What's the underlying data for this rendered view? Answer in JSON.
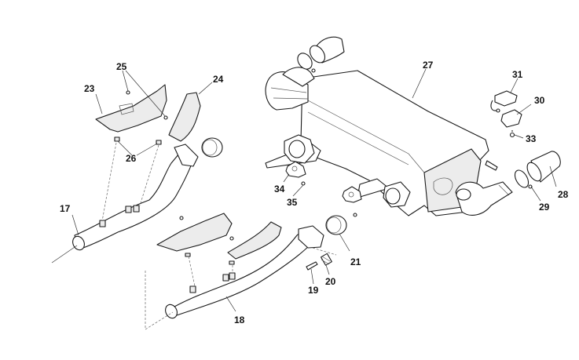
{
  "diagram": {
    "title": "Exhaust system exploded view",
    "callouts": [
      {
        "id": "17",
        "label": "17"
      },
      {
        "id": "18",
        "label": "18"
      },
      {
        "id": "19",
        "label": "19"
      },
      {
        "id": "20",
        "label": "20"
      },
      {
        "id": "21",
        "label": "21"
      },
      {
        "id": "23",
        "label": "23"
      },
      {
        "id": "24",
        "label": "24"
      },
      {
        "id": "25",
        "label": "25"
      },
      {
        "id": "26",
        "label": "26"
      },
      {
        "id": "27",
        "label": "27"
      },
      {
        "id": "28",
        "label": "28"
      },
      {
        "id": "29",
        "label": "29"
      },
      {
        "id": "30",
        "label": "30"
      },
      {
        "id": "31",
        "label": "31"
      },
      {
        "id": "33",
        "label": "33"
      },
      {
        "id": "34",
        "label": "34"
      },
      {
        "id": "35",
        "label": "35"
      }
    ]
  }
}
